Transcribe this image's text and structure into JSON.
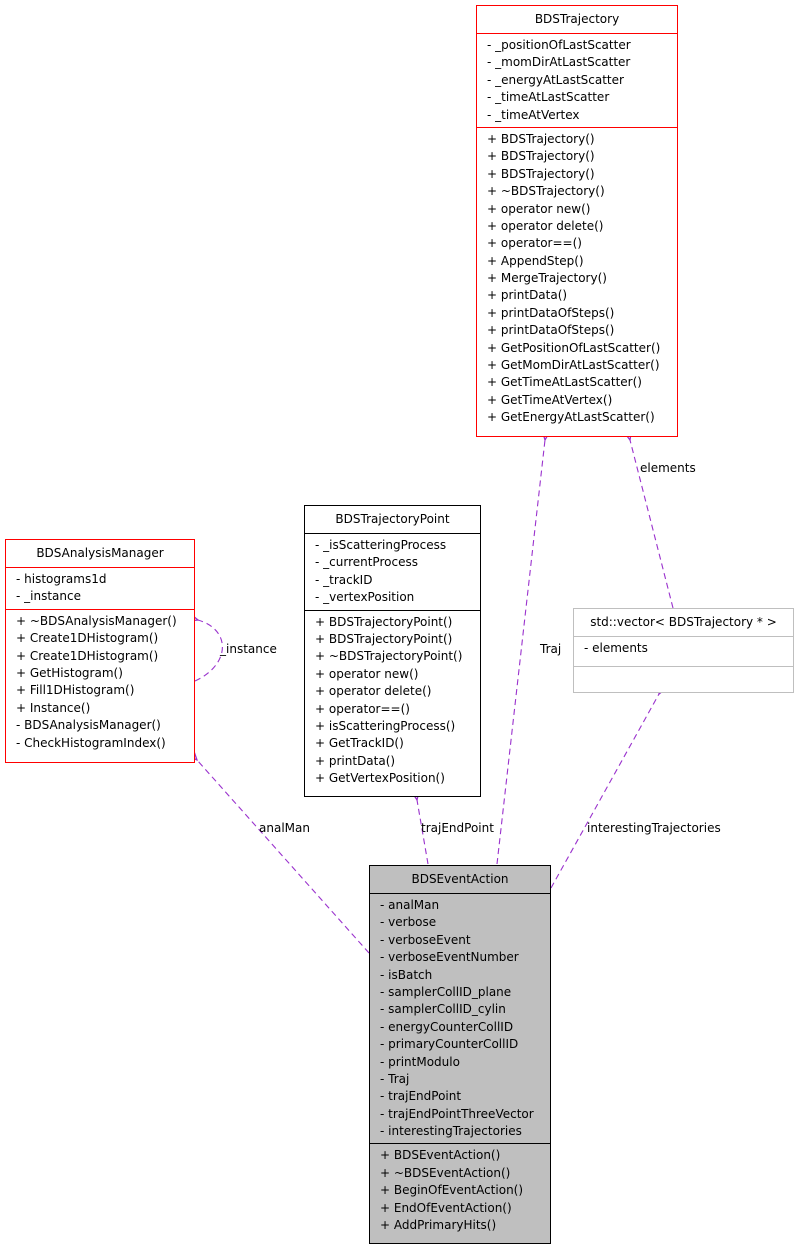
{
  "classes": {
    "bds_trajectory": {
      "name": "BDSTrajectory",
      "attributes": [
        "- _positionOfLastScatter",
        "- _momDirAtLastScatter",
        "- _energyAtLastScatter",
        "- _timeAtLastScatter",
        "- _timeAtVertex"
      ],
      "methods": [
        "+ BDSTrajectory()",
        "+ BDSTrajectory()",
        "+ BDSTrajectory()",
        "+ ~BDSTrajectory()",
        "+ operator new()",
        "+ operator delete()",
        "+ operator==()",
        "+ AppendStep()",
        "+ MergeTrajectory()",
        "+ printData()",
        "+ printDataOfSteps()",
        "+ printDataOfSteps()",
        "+ GetPositionOfLastScatter()",
        "+ GetMomDirAtLastScatter()",
        "+ GetTimeAtLastScatter()",
        "+ GetTimeAtVertex()",
        "+ GetEnergyAtLastScatter()"
      ]
    },
    "bds_trajectory_point": {
      "name": "BDSTrajectoryPoint",
      "attributes": [
        "- _isScatteringProcess",
        "- _currentProcess",
        "- _trackID",
        "- _vertexPosition"
      ],
      "methods": [
        "+ BDSTrajectoryPoint()",
        "+ BDSTrajectoryPoint()",
        "+ ~BDSTrajectoryPoint()",
        "+ operator new()",
        "+ operator delete()",
        "+ operator==()",
        "+ isScatteringProcess()",
        "+ GetTrackID()",
        "+ printData()",
        "+ GetVertexPosition()"
      ]
    },
    "bds_analysis_manager": {
      "name": "BDSAnalysisManager",
      "attributes": [
        "- histograms1d",
        "- _instance"
      ],
      "methods": [
        "+ ~BDSAnalysisManager()",
        "+ Create1DHistogram()",
        "+ Create1DHistogram()",
        "+ GetHistogram()",
        "+ Fill1DHistogram()",
        "+ Instance()",
        "- BDSAnalysisManager()",
        "- CheckHistogramIndex()"
      ]
    },
    "std_vector": {
      "name": "std::vector< BDSTrajectory * >",
      "attributes": [
        "- elements"
      ],
      "methods": []
    },
    "bds_event_action": {
      "name": "BDSEventAction",
      "attributes": [
        "- analMan",
        "- verbose",
        "- verboseEvent",
        "- verboseEventNumber",
        "- isBatch",
        "- samplerCollID_plane",
        "- samplerCollID_cylin",
        "- energyCounterCollID",
        "- primaryCounterCollID",
        "- printModulo",
        "- Traj",
        "- trajEndPoint",
        "- trajEndPointThreeVector",
        "- interestingTrajectories"
      ],
      "methods": [
        "+ BDSEventAction()",
        "+ ~BDSEventAction()",
        "+ BeginOfEventAction()",
        "+ EndOfEventAction()",
        "+ AddPrimaryHits()"
      ]
    }
  },
  "edge_labels": {
    "elements": "elements",
    "traj": "Traj",
    "instance": "_instance",
    "anal_man": "analMan",
    "traj_end_point": "trajEndPoint",
    "interesting_trajectories": "interestingTrajectories"
  },
  "colors": {
    "edge": "#9a32cd",
    "class_border_red": "#ff0000",
    "class_border_black": "#000000",
    "class_border_gray": "#bfbfbf",
    "highlight_fill": "#bfbfbf"
  }
}
